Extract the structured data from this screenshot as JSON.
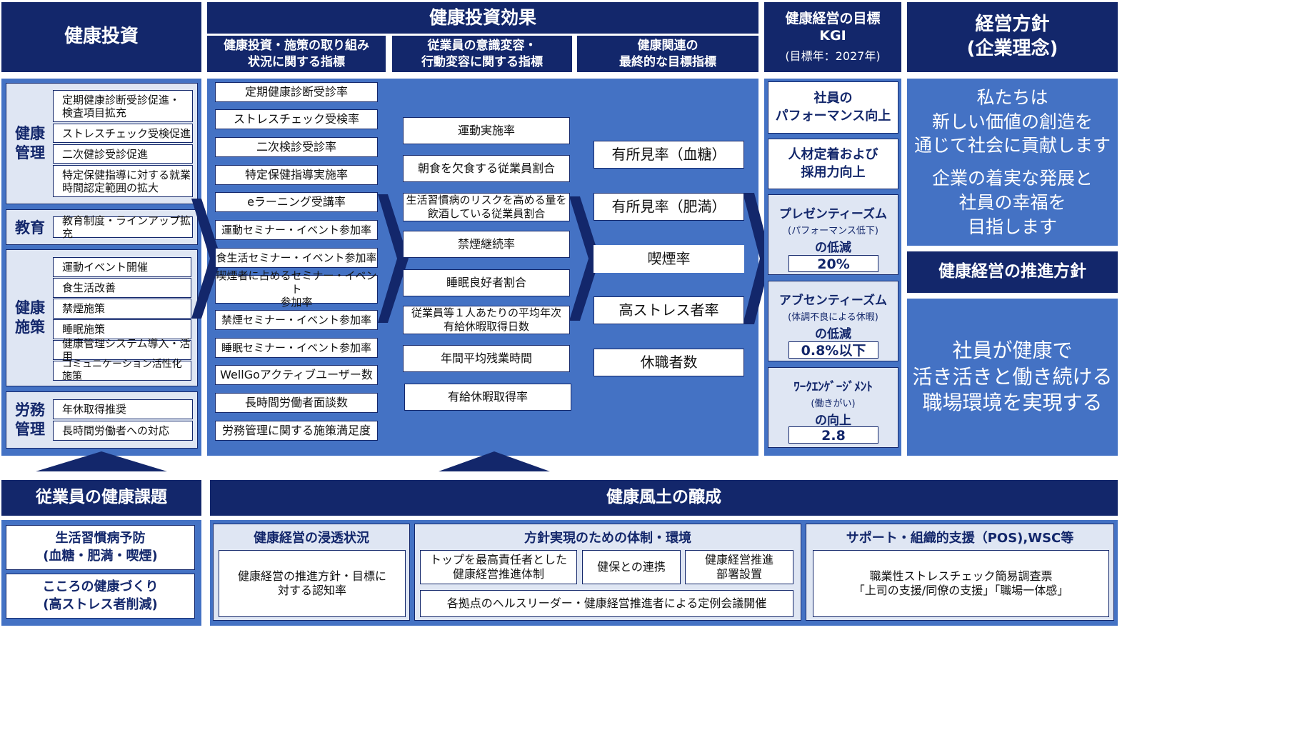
{
  "headers": {
    "investment": "健康投資",
    "effect": "健康投資効果",
    "effect_sub1": "健康投資・施策の取り組み\n状況に関する指標",
    "effect_sub2": "従業員の意識変容・\n行動変容に関する指標",
    "effect_sub3": "健康関連の\n最終的な目標指標",
    "kgi_title": "健康経営の目標\nKGI",
    "kgi_year": "(目標年：2027年)",
    "policy": "経営方針\n(企業理念)",
    "promotion": "健康経営の推進方針",
    "issues": "従業員の健康課題",
    "culture": "健康風土の醸成"
  },
  "investment_groups": [
    {
      "label": "健康\n管理",
      "items": [
        "定期健康診断受診促進・\n検査項目拡充",
        "ストレスチェック受検促進",
        "二次健診受診促進",
        "特定保健指導に対する就業\n時間認定範囲の拡大"
      ]
    },
    {
      "label": "教育",
      "items": [
        "教育制度・ラインアップ拡充"
      ]
    },
    {
      "label": "健康\n施策",
      "items": [
        "運動イベント開催",
        "食生活改善",
        "禁煙施策",
        "睡眠施策",
        "健康管理システム導入・活用",
        "コミュニケーション活性化施策"
      ]
    },
    {
      "label": "労務\n管理",
      "items": [
        "年休取得推奨",
        "長時間労働者への対応"
      ]
    }
  ],
  "col1": [
    "定期健康診断受診率",
    "ストレスチェック受検率",
    "二次検診受診率",
    "特定保健指導実施率",
    "eラーニング受講率",
    "運動セミナー・イベント参加率",
    "食生活セミナー・イベント参加率",
    "喫煙者に占めるセミナー・イベント\n参加率",
    "禁煙セミナー・イベント参加率",
    "睡眠セミナー・イベント参加率",
    "WellGoアクティブユーザー数",
    "長時間労働者面談数",
    "労務管理に関する施策満足度"
  ],
  "col2": [
    "運動実施率",
    "朝食を欠食する従業員割合",
    "生活習慣病のリスクを高める量を\n飲酒している従業員割合",
    "禁煙継続率",
    "睡眠良好者割合",
    "従業員等１人あたりの平均年次\n有給休暇取得日数",
    "年間平均残業時間",
    "有給休暇取得率"
  ],
  "col3": [
    "有所見率（血糖）",
    "有所見率（肥満）",
    "喫煙率",
    "高ストレス者率",
    "休職者数"
  ],
  "kgi": {
    "perf": "社員の\nパフォーマンス向上",
    "talent": "人材定着および\n採用力向上",
    "presenteeism": {
      "title": "プレゼンティーズム",
      "sub": "(パフォーマンス低下)",
      "suffix": "の低減",
      "value": "20%"
    },
    "absenteeism": {
      "title": "アブセンティーズム",
      "sub": "(体調不良による休暇)",
      "suffix": "の低減",
      "value": "0.8%以下"
    },
    "engagement": {
      "title": "ﾜｰｸｴﾝｹﾞｰｼﾞﾒﾝﾄ",
      "sub": "(働きがい)",
      "suffix": "の向上",
      "value": "2.8"
    }
  },
  "policy": {
    "text1": "私たちは\n新しい価値の創造を\n通じて社会に貢献します",
    "text2": "企業の着実な発展と\n社員の幸福を\n目指します",
    "promotion_text": "社員が健康で\n活き活きと働き続ける\n職場環境を実現する"
  },
  "issues": [
    "生活習慣病予防\n(血糖・肥満・喫煙)",
    "こころの健康づくり\n(高ストレス者削減)"
  ],
  "culture": {
    "sec1_title": "健康経営の浸透状況",
    "sec1_item": "健康経営の推進方針・目標に\n対する認知率",
    "sec2_title": "方針実現のための体制・環境",
    "sec2_items": [
      "トップを最高責任者とした\n健康経営推進体制",
      "健保との連携",
      "健康経営推進\n部署設置",
      "各拠点のヘルスリーダー・健康経営推進者による定例会議開催"
    ],
    "sec3_title": "サポート・組織的支援（POS),WSC等",
    "sec3_item": "職業性ストレスチェック簡易調査票\n「上司の支援/同僚の支援」「職場一体感」"
  },
  "colors": {
    "navy": "#13276b",
    "blue": "#4472c4",
    "white": "#ffffff"
  }
}
